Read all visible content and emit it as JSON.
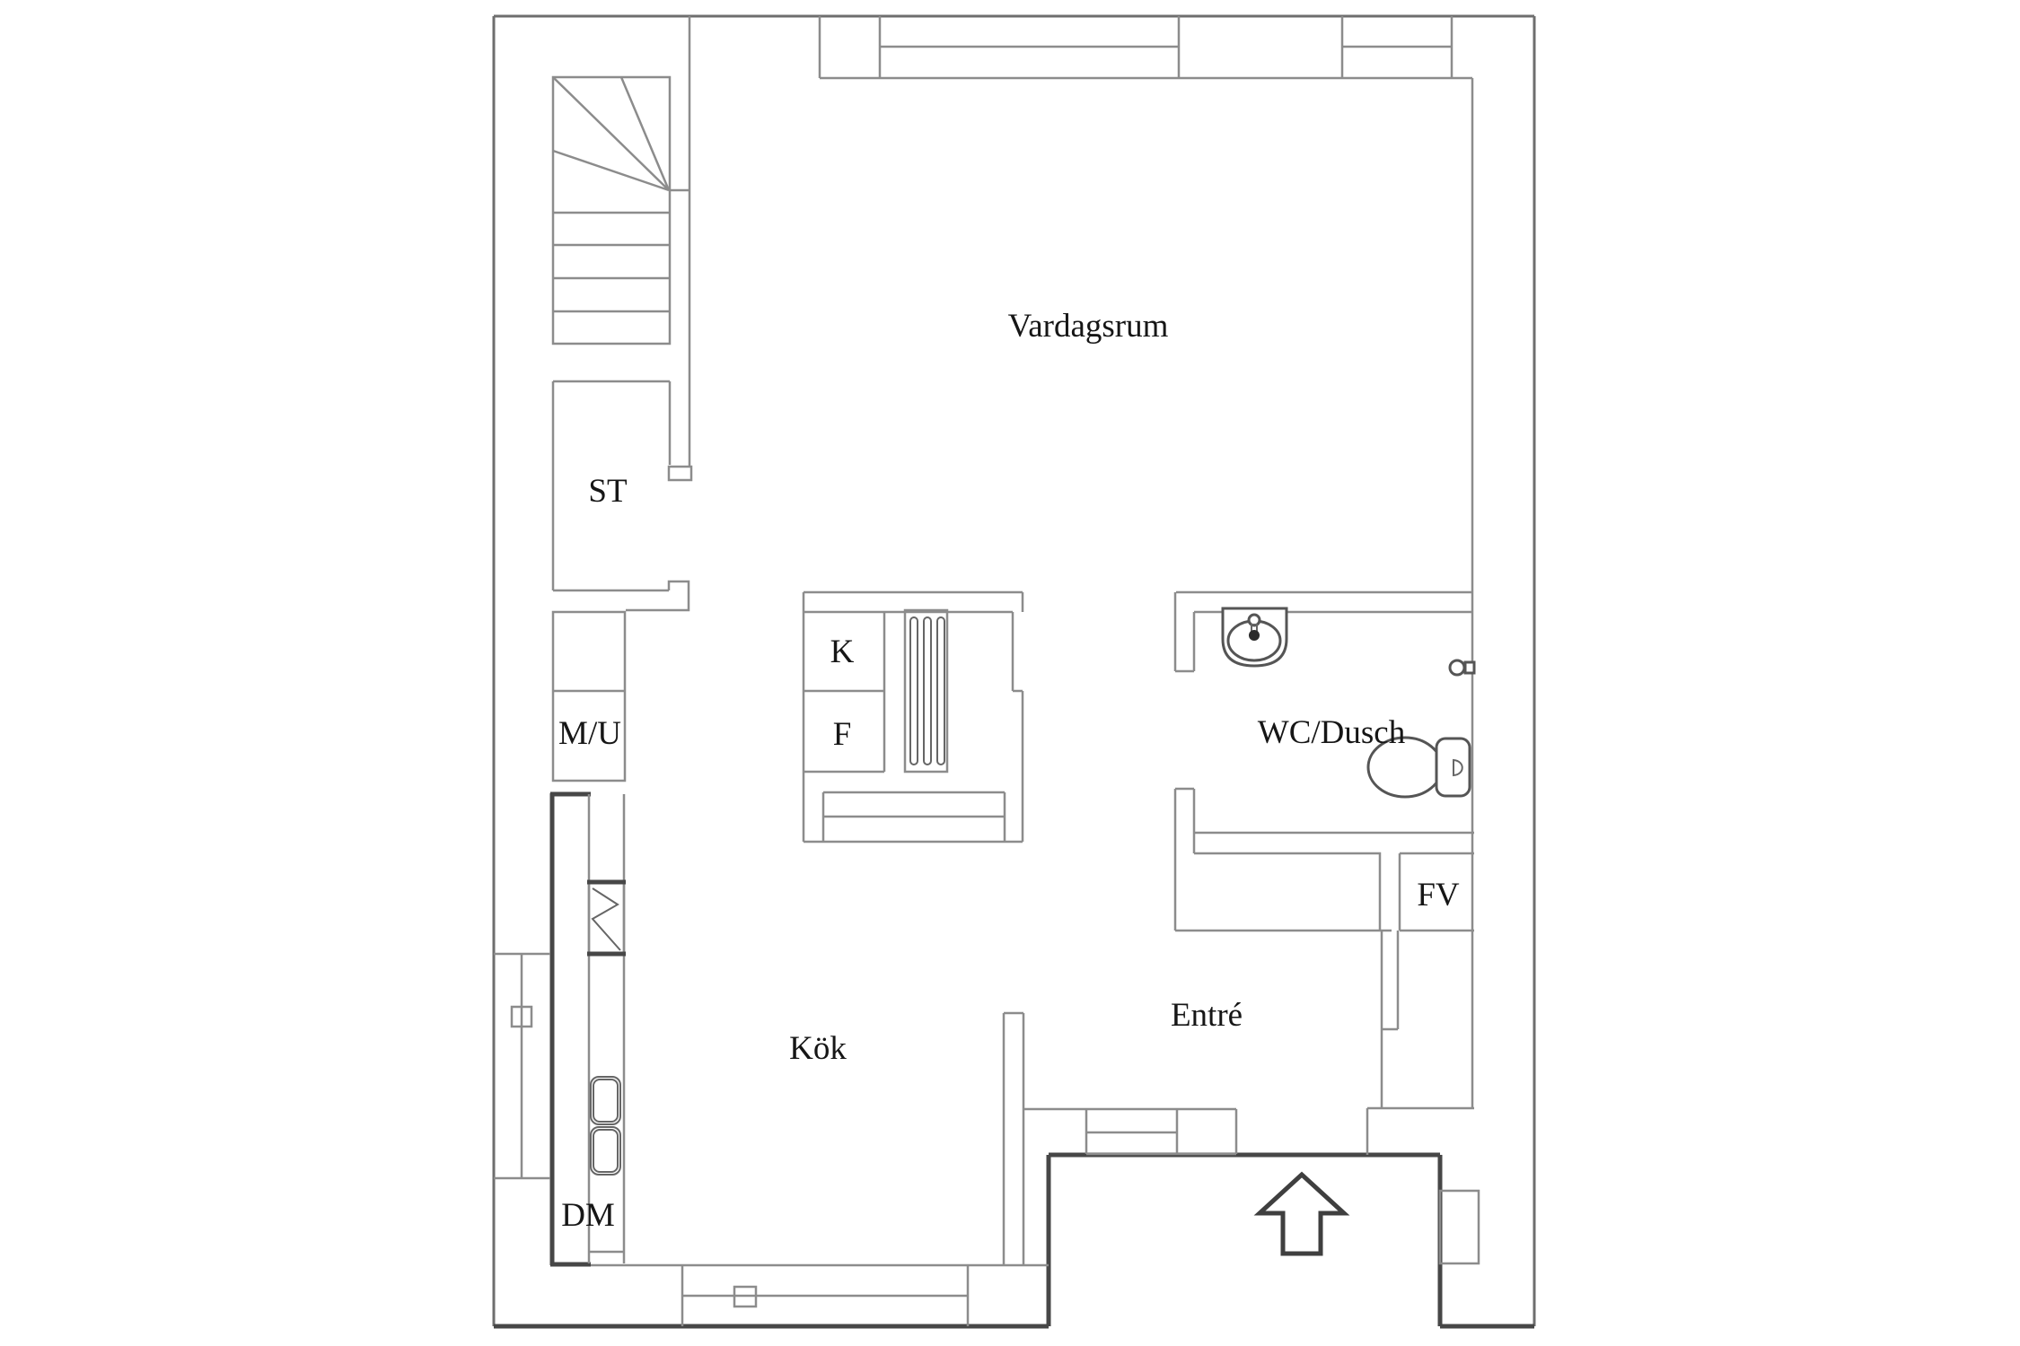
{
  "plan": {
    "type": "floor-plan",
    "language": "Swedish",
    "rooms": {
      "vardagsrum": {
        "label": "Vardagsrum"
      },
      "st": {
        "label": "ST"
      },
      "mu": {
        "label": "M/U"
      },
      "k": {
        "label": "K"
      },
      "f": {
        "label": "F"
      },
      "wc": {
        "label": "WC/Dusch"
      },
      "fv": {
        "label": "FV"
      },
      "entre": {
        "label": "Entré"
      },
      "kok": {
        "label": "Kök"
      },
      "dm": {
        "label": "DM"
      }
    },
    "icons": [
      "stairs-icon",
      "entrance-arrow-icon",
      "toilet-icon",
      "wash-basin-icon",
      "paper-holder-icon",
      "kitchen-sink-icon",
      "stove-icon",
      "window-icon",
      "wardrobe-slats-icon"
    ],
    "colors": {
      "background": "#ffffff",
      "wall_line": "#8c8c8c",
      "outer_wall": "#6e6e6e",
      "dark_wall": "#474747",
      "text": "#161616"
    }
  }
}
